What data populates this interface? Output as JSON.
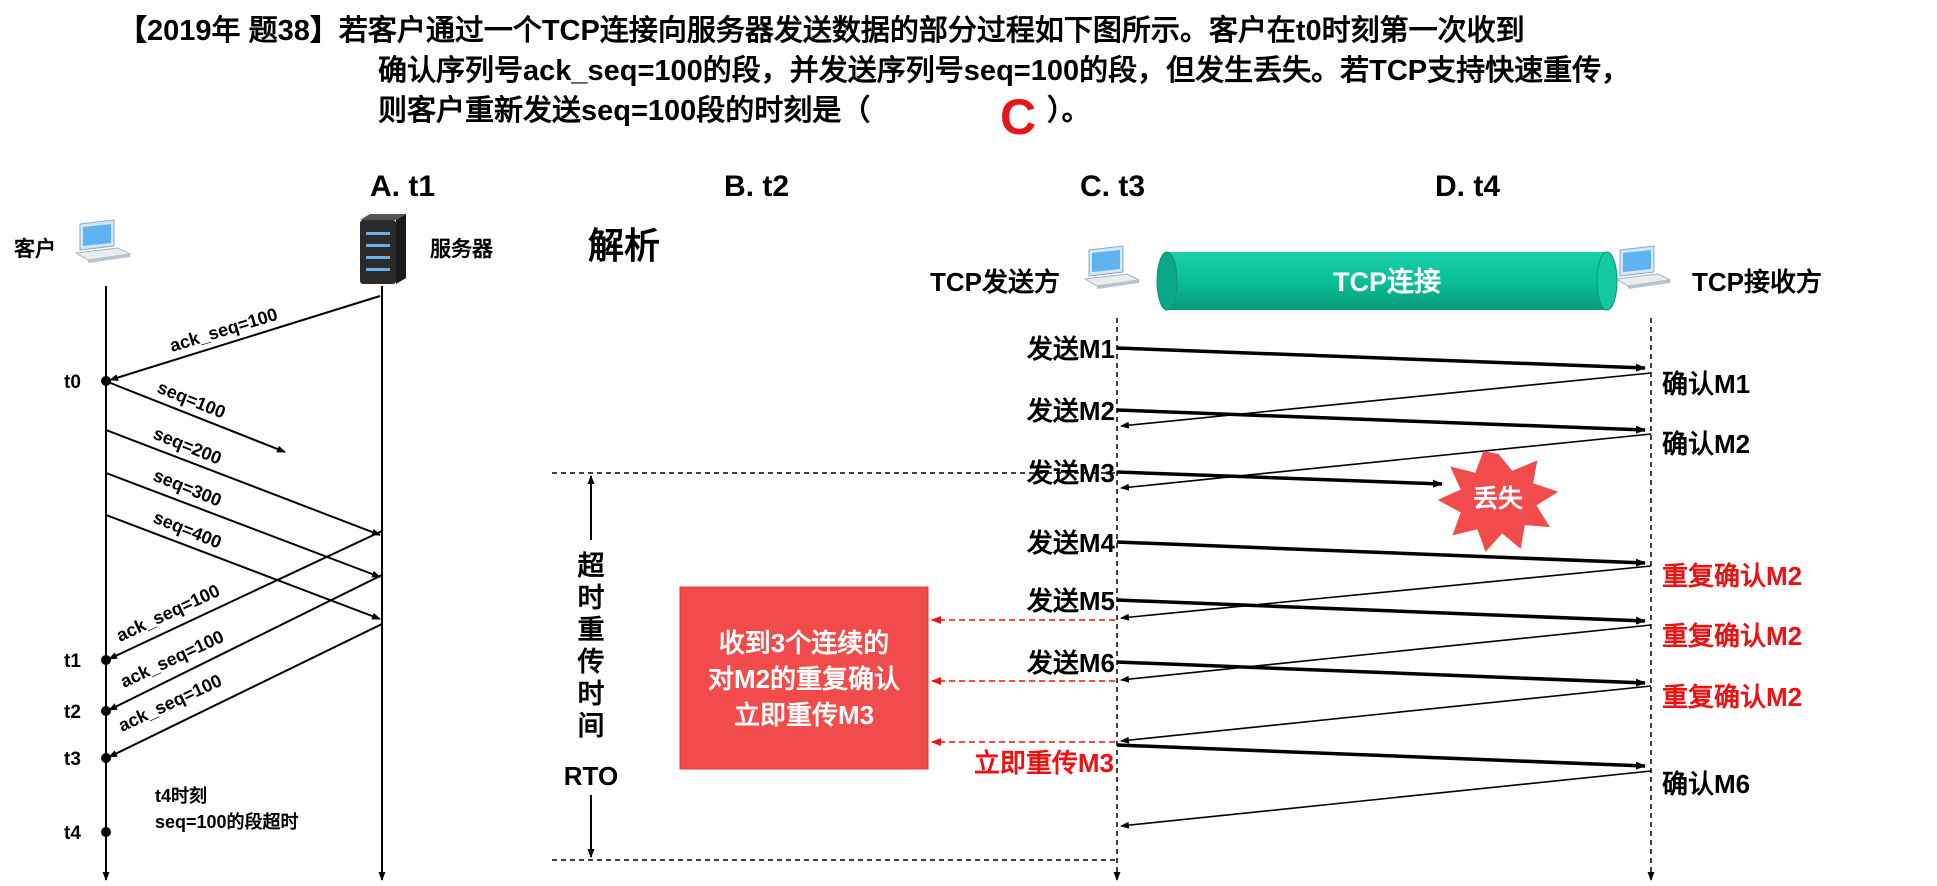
{
  "question": {
    "line1": "【2019年 题38】若客户通过一个TCP连接向服务器发送数据的部分过程如下图所示。客户在t0时刻第一次收到",
    "line2": "确认序列号ack_seq=100的段，并发送序列号seq=100的段，但发生丢失。若TCP支持快速重传，",
    "line3_before": "则客户重新发送seq=100段的时刻是（",
    "answer": "C",
    "line3_after": "）。"
  },
  "options": [
    "A. t1",
    "B. t2",
    "C. t3",
    "D. t4"
  ],
  "left_diagram": {
    "client_label": "客户",
    "server_label": "服务器",
    "times": [
      "t0",
      "t1",
      "t2",
      "t3",
      "t4"
    ],
    "msgs": {
      "ack_top": "ack_seq=100",
      "seq100": "seq=100",
      "seq200": "seq=200",
      "seq300": "seq=300",
      "seq400": "seq=400",
      "ack1": "ack_seq=100",
      "ack2": "ack_seq=100",
      "ack3": "ack_seq=100"
    },
    "t4_note_line1": "t4时刻",
    "t4_note_line2": "seq=100的段超时"
  },
  "analysis": {
    "title": "解析",
    "sender_label": "TCP发送方",
    "receiver_label": "TCP接收方",
    "connection_label": "TCP连接",
    "send_labels": [
      "发送M1",
      "发送M2",
      "发送M3",
      "发送M4",
      "发送M5",
      "发送M6"
    ],
    "ack_labels": [
      "确认M1",
      "确认M2",
      "重复确认M2",
      "重复确认M2",
      "重复确认M2",
      "确认M6"
    ],
    "lost_label": "丢失",
    "rto_chars": [
      "超",
      "时",
      "重",
      "传",
      "时",
      "间"
    ],
    "rto_abbr": "RTO",
    "box_lines": [
      "收到3个连续的",
      "对M2的重复确认",
      "立即重传M3"
    ],
    "retransmit_label": "立即重传M3",
    "colors": {
      "teal": "#0bbf97",
      "red": "#ee1111",
      "box": "#f24b4b"
    }
  }
}
